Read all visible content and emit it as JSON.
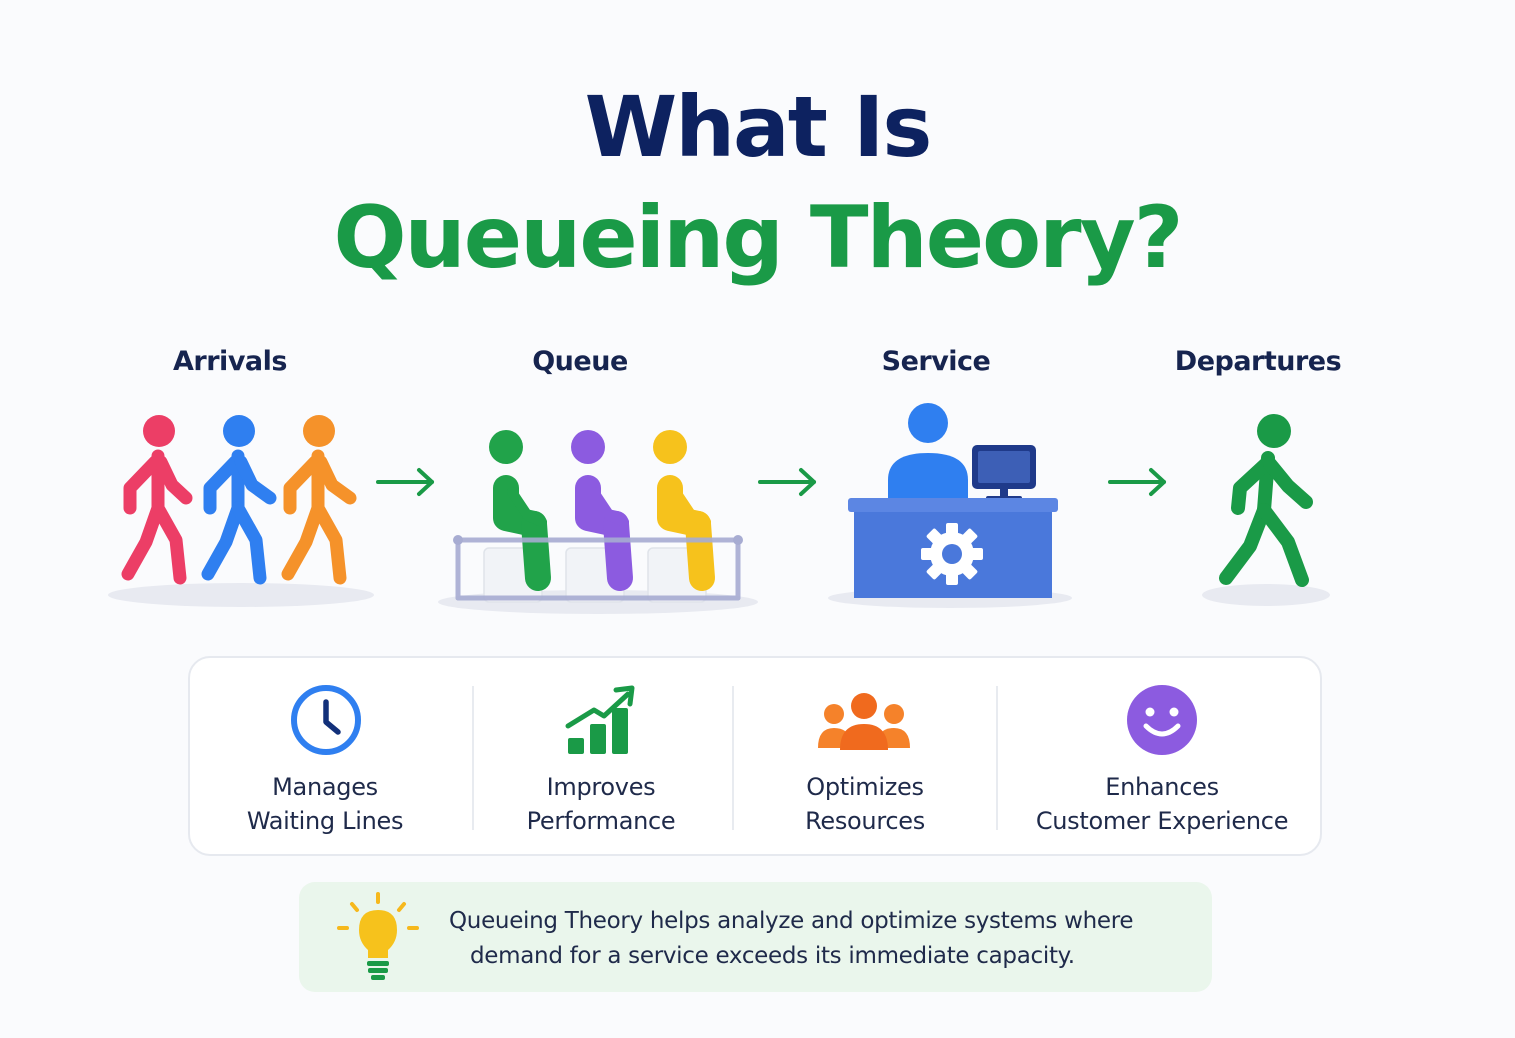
{
  "title": {
    "line1": "What Is",
    "line2": "Queueing Theory?"
  },
  "stages": [
    {
      "label": "Arrivals"
    },
    {
      "label": "Queue"
    },
    {
      "label": "Service"
    },
    {
      "label": "Departures"
    }
  ],
  "benefits": [
    {
      "line1": "Manages",
      "line2": "Waiting Lines",
      "icon": "clock-icon"
    },
    {
      "line1": "Improves",
      "line2": "Performance",
      "icon": "growth-chart-icon"
    },
    {
      "line1": "Optimizes",
      "line2": "Resources",
      "icon": "people-group-icon"
    },
    {
      "line1": "Enhances",
      "line2": "Customer Experience",
      "icon": "smiley-icon"
    }
  ],
  "note": {
    "icon": "lightbulb-icon",
    "line1": "Queueing Theory helps analyze and optimize systems where",
    "line2": "demand for a service exceeds its immediate capacity."
  },
  "colors": {
    "navy": "#0d2260",
    "green": "#1a9a47",
    "pink": "#ec3e66",
    "blue": "#2f7ff0",
    "orange": "#f5922a",
    "purple": "#8c5be0",
    "yellow": "#f6c21c",
    "desk": "#4a78db"
  }
}
